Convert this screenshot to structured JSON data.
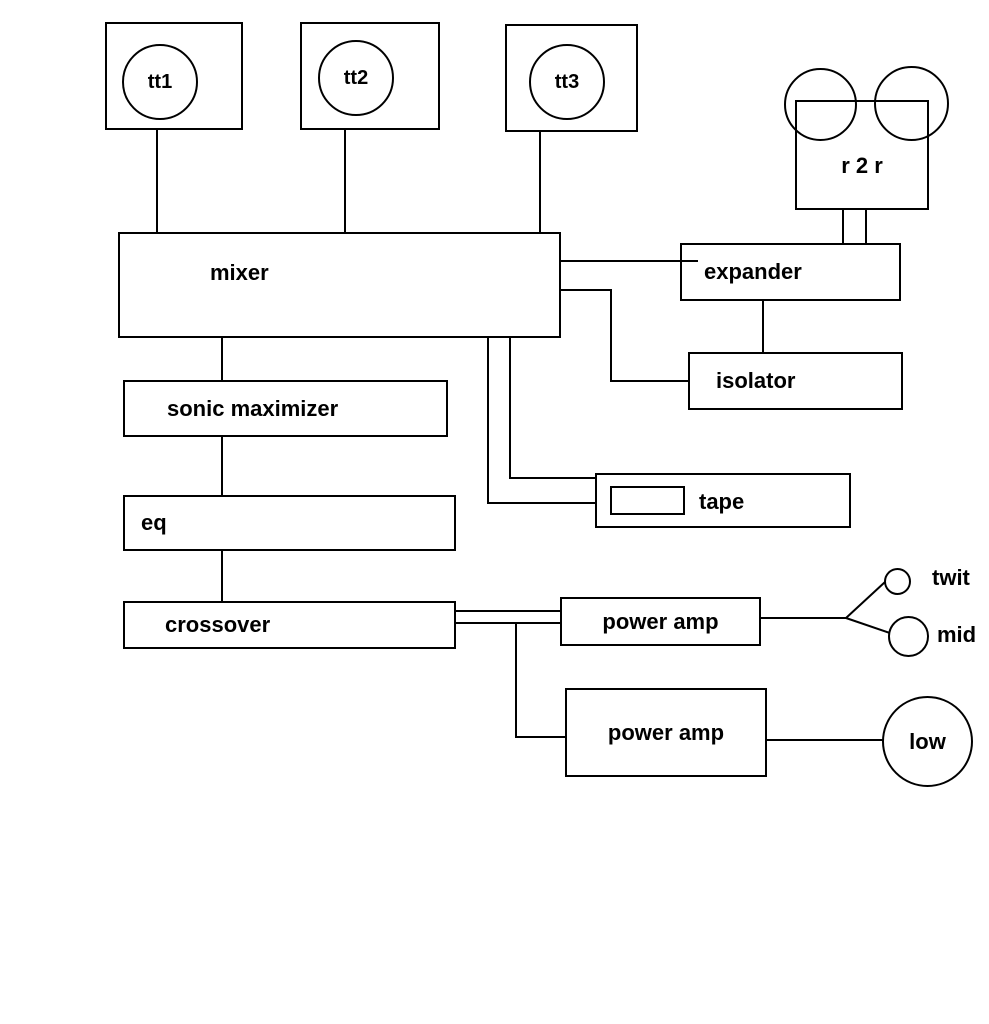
{
  "nodes": {
    "tt1": {
      "label": "tt1"
    },
    "tt2": {
      "label": "tt2"
    },
    "tt3": {
      "label": "tt3"
    },
    "r2r": {
      "label": "r 2 r"
    },
    "mixer": {
      "label": "mixer"
    },
    "expander": {
      "label": "expander"
    },
    "isolator": {
      "label": "isolator"
    },
    "sonic_maximizer": {
      "label": "sonic maximizer"
    },
    "eq": {
      "label": "eq"
    },
    "tape": {
      "label": "tape"
    },
    "crossover": {
      "label": "crossover"
    },
    "power_amp_1": {
      "label": "power amp"
    },
    "power_amp_2": {
      "label": "power amp"
    },
    "twit": {
      "label": "twit"
    },
    "mid": {
      "label": "mid"
    },
    "low": {
      "label": "low"
    }
  },
  "edges": [
    {
      "from": "tt1",
      "to": "mixer"
    },
    {
      "from": "tt2",
      "to": "mixer"
    },
    {
      "from": "tt3",
      "to": "mixer"
    },
    {
      "from": "r2r",
      "to": "expander"
    },
    {
      "from": "mixer",
      "to": "expander"
    },
    {
      "from": "mixer",
      "to": "isolator"
    },
    {
      "from": "expander",
      "to": "isolator"
    },
    {
      "from": "mixer",
      "to": "sonic_maximizer"
    },
    {
      "from": "mixer",
      "to": "tape"
    },
    {
      "from": "sonic_maximizer",
      "to": "eq"
    },
    {
      "from": "eq",
      "to": "crossover"
    },
    {
      "from": "crossover",
      "to": "power_amp_1"
    },
    {
      "from": "crossover",
      "to": "power_amp_2"
    },
    {
      "from": "power_amp_1",
      "to": "twit"
    },
    {
      "from": "power_amp_1",
      "to": "mid"
    },
    {
      "from": "power_amp_2",
      "to": "low"
    }
  ],
  "colors": {
    "line": "#000000",
    "background": "#ffffff",
    "text": "#000000"
  }
}
